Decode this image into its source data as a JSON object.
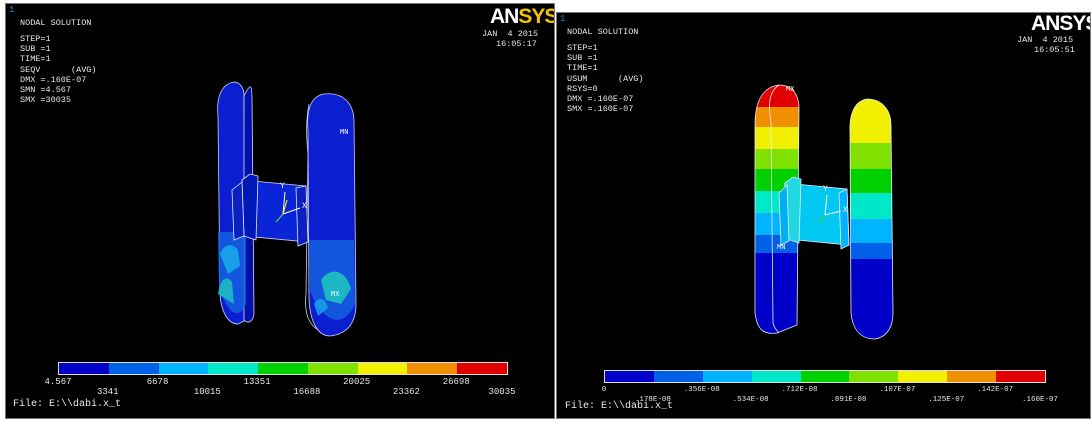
{
  "left": {
    "window_number": "1",
    "title": "NODAL SOLUTION",
    "step": "STEP=1",
    "sub": "SUB =1",
    "time": "TIME=1",
    "result": "SEQV      (AVG)",
    "dmx": "DMX =.160E-07",
    "smn": "SMN =4.567",
    "smx": "SMX =30035",
    "date": "JAN  4 2015",
    "clock": "16:05:17",
    "logo_main": "AN",
    "logo_accent": "SYS",
    "markers": {
      "mn": "MN",
      "mx": "MX",
      "y": "Y",
      "x": "X"
    },
    "legend_upper": [
      "4.567",
      "6678",
      "13351",
      "20025",
      "26698"
    ],
    "legend_lower": [
      "3341",
      "10015",
      "16688",
      "23362",
      "30035"
    ],
    "file": "File: E:\\\\dabi.x_t"
  },
  "right": {
    "window_number": "1",
    "title": "NODAL SOLUTION",
    "step": "STEP=1",
    "sub": "SUB =1",
    "time": "TIME=1",
    "result": "USUM      (AVG)",
    "rsys": "RSYS=0",
    "dmx": "DMX =.160E-07",
    "smx": "SMX =.160E-07",
    "date": "JAN  4 2015",
    "clock": "16:05:51",
    "logo_main": "ANSYS",
    "markers": {
      "mn": "MN",
      "mx": "MX",
      "y": "Y",
      "x": "X"
    },
    "legend_upper": [
      "0",
      ".356E-08",
      ".712E-08",
      ".107E-07",
      ".142E-07"
    ],
    "legend_lower": [
      ".178E-08",
      ".534E-08",
      ".891E-08",
      ".125E-07",
      ".160E-07"
    ],
    "file": "File: E:\\\\dabi.x_t"
  },
  "contour_colors": [
    "#0000c8",
    "#0060e8",
    "#00b4ff",
    "#00e8c8",
    "#00d000",
    "#80e000",
    "#f0f000",
    "#f09000",
    "#e00000"
  ]
}
